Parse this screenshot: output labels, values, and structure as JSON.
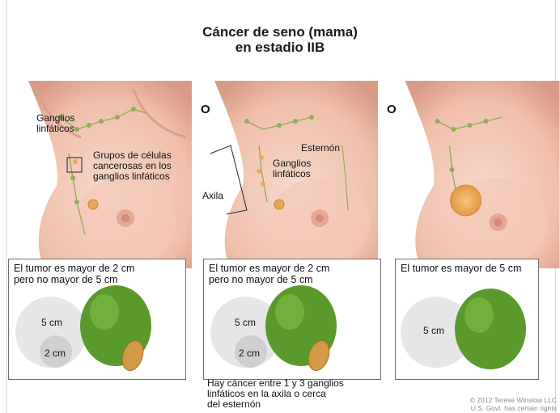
{
  "title": {
    "line1": "Cáncer de seno (mama)",
    "line2": "en estadio IIB"
  },
  "separator": "O",
  "panel1": {
    "label_ganglios": "Ganglios\nlinfáticos",
    "label_grupos": "Grupos de células\ncancerosas en los\nganglios linfáticos",
    "inset_text": "El tumor es mayor de 2 cm\npero no mayor de 5 cm",
    "circle_large": "5 cm",
    "circle_small": "2 cm"
  },
  "panel2": {
    "label_esternon": "Esternón",
    "label_ganglios": "Ganglios\nlinfáticos",
    "label_axila": "Axila",
    "inset_text": "El tumor es mayor de 2 cm\npero no mayor de 5 cm",
    "circle_large": "5 cm",
    "circle_small": "2 cm",
    "note": "Hay cáncer entre 1 y 3 ganglios\nlinfáticos en la axila o cerca\ndel esternón"
  },
  "panel3": {
    "inset_text": "El tumor es mayor de 5 cm",
    "circle_large": "5 cm"
  },
  "credit": {
    "line1": "© 2012 Terese Winslow LLC",
    "line2": "U.S. Govt. has certain rights"
  },
  "colors": {
    "skin": "#f2c7b4",
    "skin_shadow": "#dca18e",
    "node_green": "#8fae52",
    "tumor": "#e8a85a",
    "lime": "#5a9a2c",
    "circle_large": "#e6e6e6",
    "circle_small": "#cfcfcf"
  }
}
